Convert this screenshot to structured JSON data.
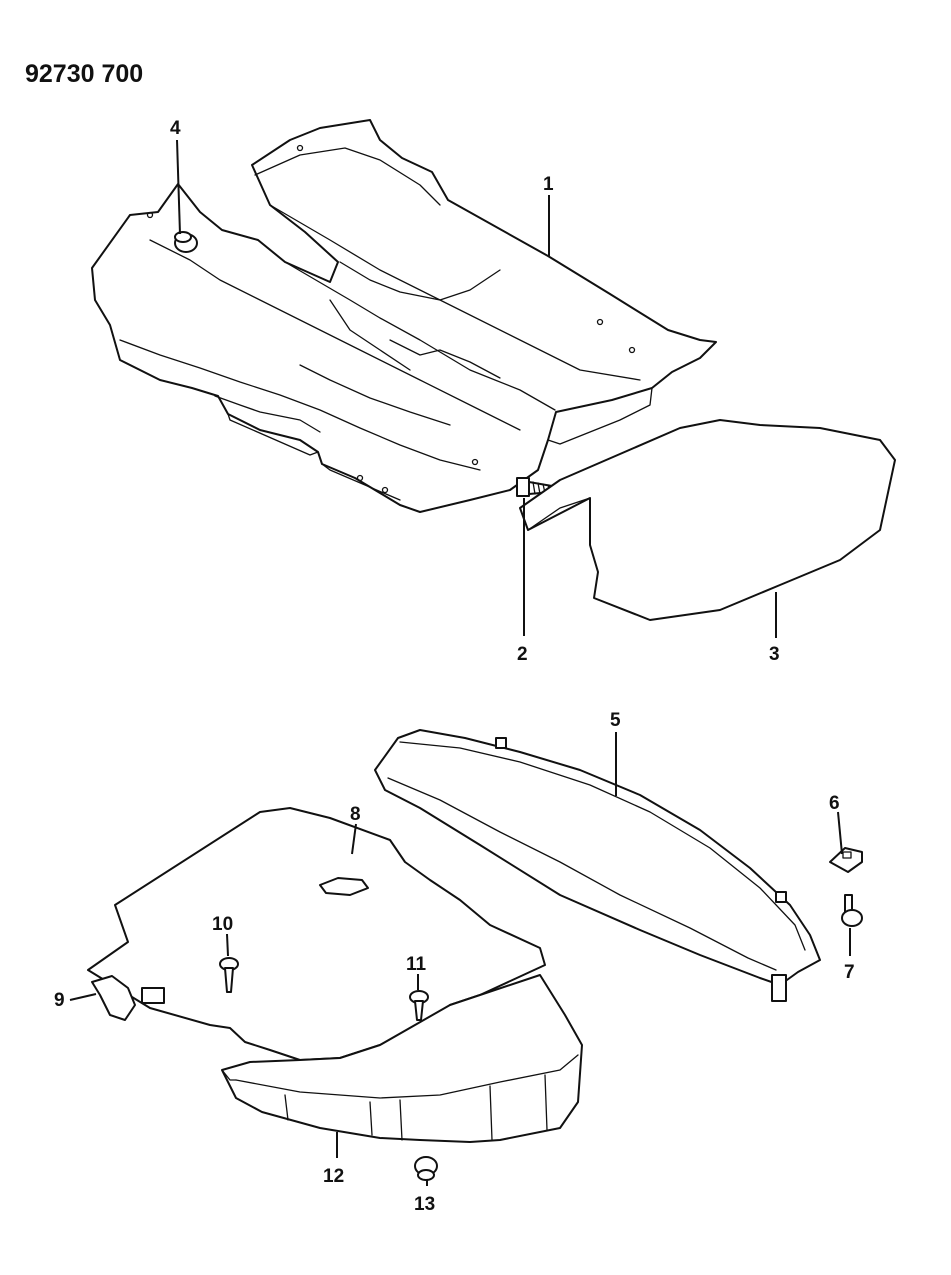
{
  "diagram": {
    "document_number": "92730 700",
    "callouts": [
      "1",
      "2",
      "3",
      "4",
      "5",
      "6",
      "7",
      "8",
      "9",
      "10",
      "11",
      "12",
      "13"
    ]
  }
}
